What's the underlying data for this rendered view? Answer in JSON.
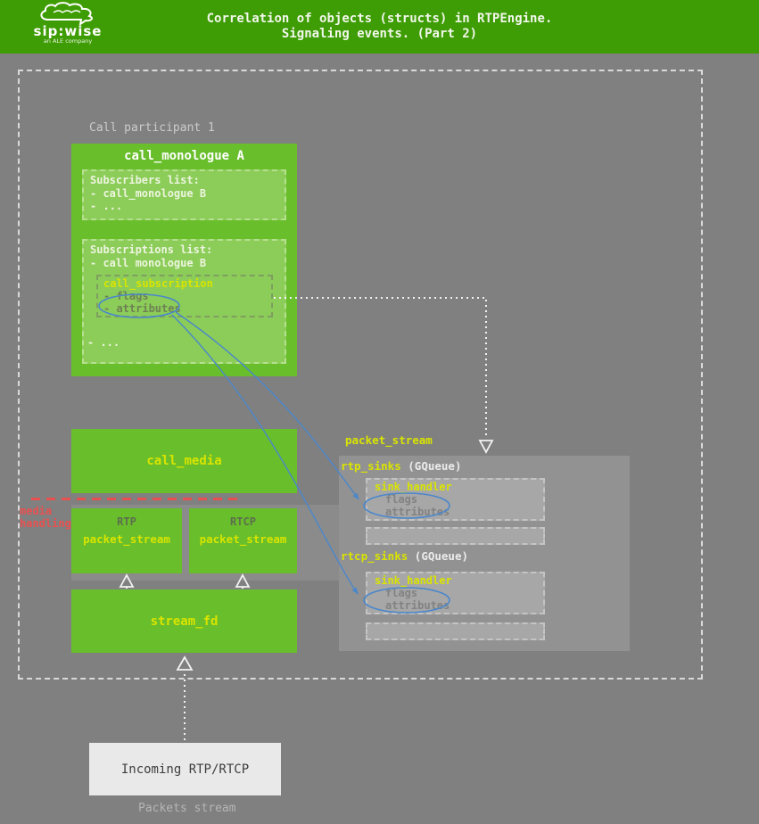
{
  "header": {
    "title_line1": "Correlation of objects (structs) in RTPEngine.",
    "title_line2": "Signaling events. (Part 2)",
    "logo": {
      "name": "sip:wise",
      "tagline": "an ALE company"
    }
  },
  "colors": {
    "header_green": "#3e9c04",
    "box_green": "#68be2b",
    "box_green_light": "#8bcd58",
    "accent_yellow": "#d9e400",
    "background_gray": "#808080",
    "panel_gray": "#929292",
    "inner_box_gray": "#a7a7a7",
    "media_red": "#e85050",
    "link_blue": "#4b87cb"
  },
  "diagram": {
    "participant_label": "Call participant 1",
    "call_monologue": {
      "title": "call_monologue A",
      "subscribers": {
        "title": "Subscribers list:",
        "items": [
          "- call_monologue B",
          "- ..."
        ]
      },
      "subscriptions": {
        "title": "Subscriptions list:",
        "item": "- call monologue B",
        "call_subscription": {
          "title": "call_subscription",
          "fields": [
            "- flags",
            "- attributes"
          ]
        },
        "more": "- ..."
      }
    },
    "call_media": "call_media",
    "media_handling": {
      "lines": [
        "media",
        "handling"
      ]
    },
    "rtp_box": {
      "label": "RTP",
      "title": "packet_stream"
    },
    "rtcp_box": {
      "label": "RTCP",
      "title": "packet_stream"
    },
    "stream_fd": "stream_fd",
    "packet_stream_panel": {
      "label": "packet_stream",
      "rtp_sinks": {
        "name": "rtp_sinks",
        "type": "(GQueue)",
        "sink_handler": {
          "title": "sink_handler",
          "fields": [
            "flags",
            "attributes"
          ]
        }
      },
      "rtcp_sinks": {
        "name": "rtcp_sinks",
        "type": "(GQueue)",
        "sink_handler": {
          "title": "sink_handler",
          "fields": [
            "flags",
            "attributes"
          ]
        }
      }
    },
    "incoming_box": "Incoming RTP/RTCP",
    "packets_stream_label": "Packets stream"
  }
}
